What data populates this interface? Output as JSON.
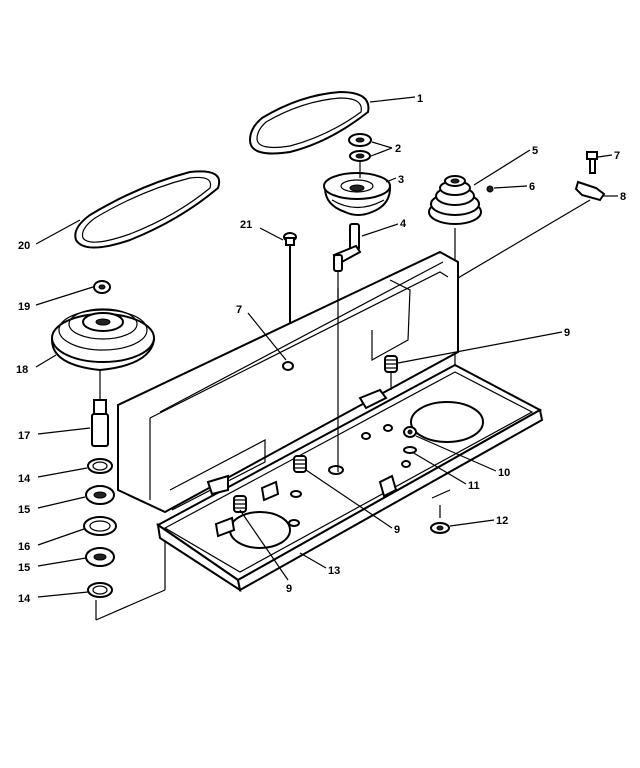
{
  "callouts": [
    {
      "id": "c1",
      "text": "1"
    },
    {
      "id": "c2",
      "text": "2"
    },
    {
      "id": "c3",
      "text": "3"
    },
    {
      "id": "c4",
      "text": "4"
    },
    {
      "id": "c5",
      "text": "5"
    },
    {
      "id": "c6a",
      "text": "6"
    },
    {
      "id": "c7a",
      "text": "7"
    },
    {
      "id": "c8",
      "text": "8"
    },
    {
      "id": "c21",
      "text": "21"
    },
    {
      "id": "c20",
      "text": "20"
    },
    {
      "id": "c19",
      "text": "19"
    },
    {
      "id": "c7b",
      "text": "7"
    },
    {
      "id": "c18",
      "text": "18"
    },
    {
      "id": "c9a",
      "text": "9"
    },
    {
      "id": "c17",
      "text": "17"
    },
    {
      "id": "c14a",
      "text": "14"
    },
    {
      "id": "c10",
      "text": "10"
    },
    {
      "id": "c15a",
      "text": "15"
    },
    {
      "id": "c11",
      "text": "11"
    },
    {
      "id": "c16",
      "text": "16"
    },
    {
      "id": "c9b",
      "text": "9"
    },
    {
      "id": "c12",
      "text": "12"
    },
    {
      "id": "c15b",
      "text": "15"
    },
    {
      "id": "c13",
      "text": "13"
    },
    {
      "id": "c14b",
      "text": "14"
    },
    {
      "id": "c9c",
      "text": "9"
    }
  ]
}
